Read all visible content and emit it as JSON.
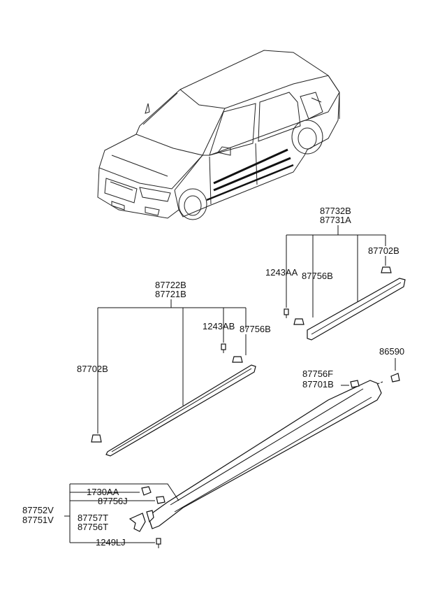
{
  "labels": {
    "front_door_group_line1": "87722B",
    "front_door_group_line2": "87721B",
    "front_clip_a": "1243AB",
    "front_clip_b": "87756B",
    "front_clip_end": "87702B",
    "rear_door_group_line1": "87732B",
    "rear_door_group_line2": "87731A",
    "rear_clip_a": "1243AA",
    "rear_clip_b": "87756B",
    "rear_clip_end": "87702B",
    "sill_group_line1": "87752V",
    "sill_group_line2": "87751V",
    "sill_clip_1730": "1730AA",
    "sill_clip_87756j": "87756J",
    "sill_end_line1": "87757T",
    "sill_end_line2": "87756T",
    "sill_screw": "1249LJ",
    "sill_rear_line1": "87756F",
    "sill_rear_line2": "87701B",
    "sill_rear_clip": "86590"
  }
}
